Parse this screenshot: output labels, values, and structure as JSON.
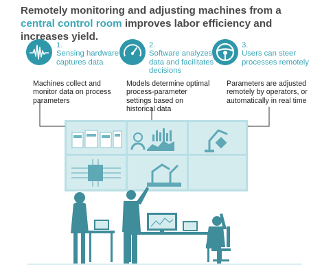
{
  "headline": {
    "part1": "Remotely monitoring and adjusting machines from a ",
    "accent": "central control room",
    "part2": " improves labor efficiency and increases yield."
  },
  "colors": {
    "teal": "#2f97aa",
    "accent_text": "#3aa7b8",
    "light_teal": "#b9dfe5",
    "panel": "#d5ecef",
    "figure": "#3f8c9a",
    "line": "#333333"
  },
  "steps": [
    {
      "number": "1.",
      "title": "Sensing hardware captures data",
      "icon": "sensor-waveform-icon",
      "description": "Machines collect and monitor data on process parameters"
    },
    {
      "number": "2.",
      "title": "Software analyzes data and facilitates decisions",
      "icon": "gauge-icon",
      "description": "Models determine optimal process-parameter settings based on historical data"
    },
    {
      "number": "3.",
      "title": "Users can steer processes remotely",
      "icon": "steering-wheel-icon",
      "description": "Parameters are adjusted remotely by operators, or automatically in real time"
    }
  ]
}
